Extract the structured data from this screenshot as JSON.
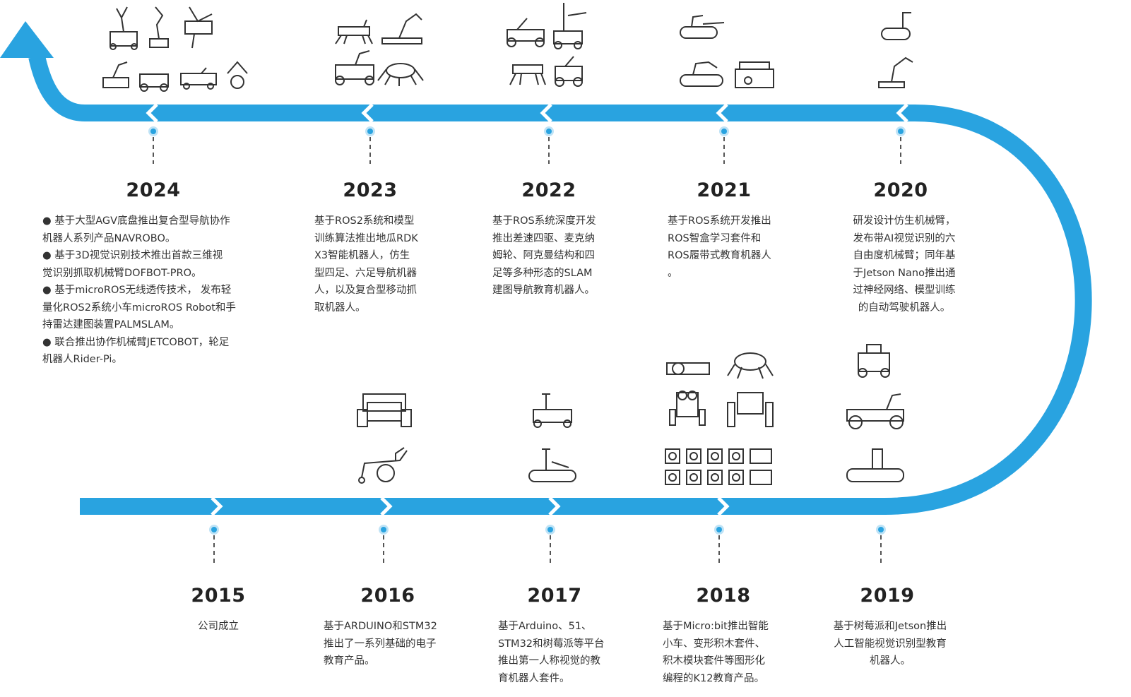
{
  "colors": {
    "track": "#29a3e0",
    "dot": "#29a3e0",
    "dot_halo": "#bfe3f6",
    "dash": "#555555"
  },
  "timeline": {
    "top": [
      {
        "year": "2024",
        "bullets": [
          [
            "基于大型AGV底盘推出复合型导航协作",
            "机器人系列产品NAVROBO。"
          ],
          [
            "基于3D视觉识别技术推出首款三维视",
            "觉识别抓取机械臂DOFBOT-PRO。"
          ],
          [
            "基于microROS无线透传技术， 发布轻",
            "量化ROS2系统小车microROS Robot和手",
            "持雷达建图装置PALMSLAM。"
          ],
          [
            "联合推出协作机械臂JETCOBOT，轮足",
            "机器人Rider-Pi。"
          ]
        ]
      },
      {
        "year": "2023",
        "lines": [
          "基于ROS2系统和模型",
          "训练算法推出地瓜RDK",
          "X3智能机器人，仿生",
          "型四足、六足导航机器",
          "人，以及复合型移动抓",
          "取机器人。"
        ]
      },
      {
        "year": "2022",
        "lines": [
          "基于ROS系统深度开发",
          "推出差速四驱、麦克纳",
          "姆轮、阿克曼结构和四",
          "足等多种形态的SLAM",
          "建图导航教育机器人。"
        ]
      },
      {
        "year": "2021",
        "lines": [
          "基于ROS系统开发推出",
          "ROS智盒学习套件和",
          "ROS履带式教育机器人",
          "。"
        ]
      },
      {
        "year": "2020",
        "lines": [
          "研发设计仿生机械臂，",
          "发布带AI视觉识别的六",
          "自由度机械臂；同年基",
          "于Jetson Nano推出通",
          "过神经网络、模型训练",
          "的自动驾驶机器人。"
        ]
      }
    ],
    "bottom": [
      {
        "year": "2015",
        "lines": [
          "公司成立"
        ]
      },
      {
        "year": "2016",
        "lines": [
          "基于ARDUINO和STM32",
          "推出了一系列基础的电子",
          "教育产品。"
        ]
      },
      {
        "year": "2017",
        "lines": [
          "基于Arduino、51、",
          "STM32和树莓派等平台",
          "推出第一人称视觉的教",
          "育机器人套件。"
        ]
      },
      {
        "year": "2018",
        "lines": [
          "基于Micro:bit推出智能",
          "小车、变形积木套件、",
          "积木模块套件等图形化",
          "编程的K12教育产品。"
        ]
      },
      {
        "year": "2019",
        "lines": [
          "基于树莓派和Jetson推出",
          "人工智能视觉识别型教育",
          "机器人。"
        ]
      }
    ]
  },
  "icons": {
    "top_2024": [
      "robot-arm-car-icon",
      "robot-arm-icon",
      "arm-on-stand-icon",
      "tracked-arm-icon",
      "car-icon",
      "agv-icon",
      "rover-icon"
    ],
    "top_2023": [
      "quadruped-icon",
      "robot-arm-icon",
      "mecanum-arm-icon",
      "hexapod-icon"
    ],
    "top_2022": [
      "ackermann-car-icon",
      "mobile-manipulator-icon",
      "quadruped-icon",
      "mecanum-car-icon"
    ],
    "top_2021": [
      "tracked-robot-icon",
      "tracked-arm-icon",
      "smart-box-icon"
    ],
    "top_2020": [
      "tracked-robot-icon",
      "robot-arm-icon"
    ],
    "bottom_2016": [
      "robot-car-icon",
      "tricycle-robot-icon"
    ],
    "bottom_2017": [
      "robot-car-icon",
      "tracked-robot-icon"
    ],
    "bottom_2018": [
      "microbit-car-icon",
      "hexapod-icon",
      "robot-icon",
      "robot-icon",
      "block-module-icon"
    ],
    "bottom_2019": [
      "jetbot-icon",
      "car-icon",
      "tank-icon"
    ]
  }
}
